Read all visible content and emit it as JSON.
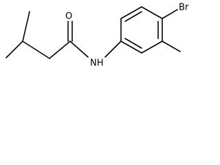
{
  "molecule": {
    "atoms": {
      "bromine": "Br",
      "oxygen": "O",
      "nitrogen_hydrogen": "NH"
    }
  },
  "colors": {
    "bond": "#000000",
    "label": "#000000",
    "background": "#ffffff"
  }
}
